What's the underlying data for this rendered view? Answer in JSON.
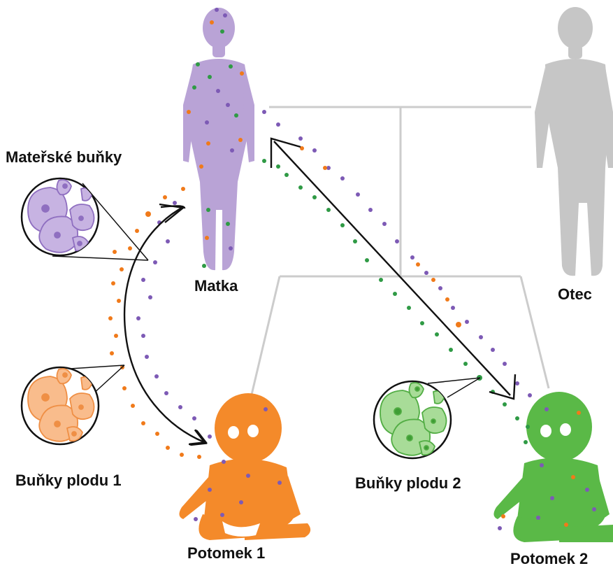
{
  "labels": {
    "mother": "Matka",
    "father": "Otec",
    "maternal_cells": "Mateřské buňky",
    "fetal_cells_1": "Buňky plodu 1",
    "fetal_cells_2": "Buňky plodu 2",
    "offspring_1": "Potomek 1",
    "offspring_2": "Potomek 2"
  },
  "colors": {
    "mother": "#b9a3d6",
    "mother_dark": "#8f6fc0",
    "father": "#c6c6c6",
    "offspring_1": "#f48a2a",
    "offspring_1_dark": "#e0741a",
    "offspring_2": "#5ab947",
    "offspring_2_dark": "#2e9a3c",
    "purple_dot": "#7d5ab5",
    "orange_dot": "#f07a1a",
    "green_dot": "#2f9a45",
    "lines": "#c9c9c9",
    "arrow": "#111111"
  },
  "icons": [
    "mother-figure",
    "father-figure",
    "baby-figure",
    "cell-magnifier-icon",
    "transfer-arrow"
  ]
}
